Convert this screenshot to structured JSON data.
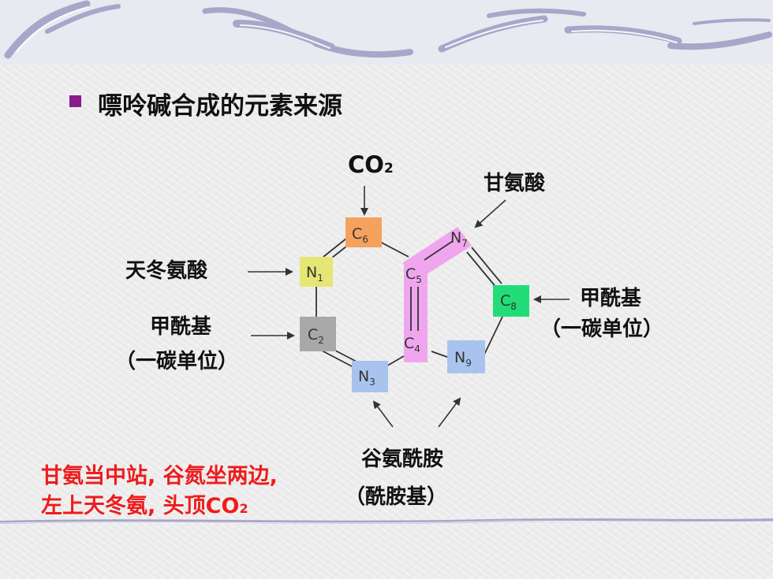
{
  "slide": {
    "title": "嘌呤碱合成的元素来源",
    "colors": {
      "bullet": "#8b1a8b",
      "mnemonic": "#ee1c1c",
      "c6_box": "#f5a25f",
      "n1_box": "#e6e675",
      "c2_box": "#a8a8a8",
      "c8_box": "#22dd77",
      "n_box_blue": "#a8c4ee",
      "c4c5_highlight": "#f0a6ee"
    }
  },
  "sources": {
    "co2_main": "CO",
    "co2_sub": "2",
    "glycine": "甘氨酸",
    "aspartate": "天冬氨酸",
    "formyl_left_line1": "甲酰基",
    "formyl_left_line2": "（一碳单位）",
    "formyl_right_line1": "甲酰基",
    "formyl_right_line2": "（一碳单位）",
    "glutamine_line1": "谷氨酰胺",
    "glutamine_line2": "（酰胺基）"
  },
  "atoms": {
    "c6": {
      "el": "C",
      "num": "6"
    },
    "n7": {
      "el": "N",
      "num": "7"
    },
    "n1": {
      "el": "N",
      "num": "1"
    },
    "c5": {
      "el": "C",
      "num": "5"
    },
    "c8": {
      "el": "C",
      "num": "8"
    },
    "c2": {
      "el": "C",
      "num": "2"
    },
    "c4": {
      "el": "C",
      "num": "4"
    },
    "n9": {
      "el": "N",
      "num": "9"
    },
    "n3": {
      "el": "N",
      "num": "3"
    }
  },
  "mnemonic": {
    "line1": "甘氨当中站, 谷氮坐两边,",
    "line2_main": "左上天冬氨, 头顶CO",
    "line2_sub": "2"
  }
}
